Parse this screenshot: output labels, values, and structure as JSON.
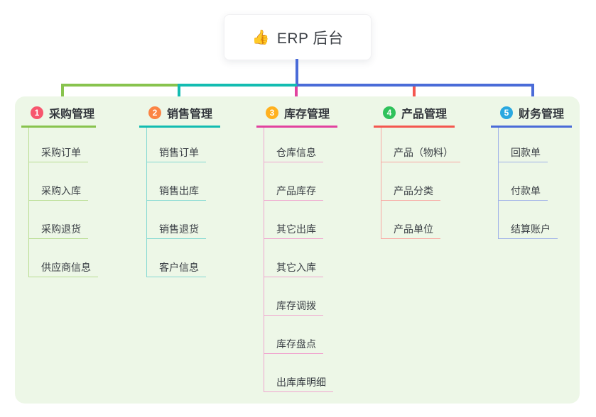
{
  "root": {
    "icon": "thumbs-up",
    "icon_glyph": "👍",
    "label": "ERP 后台"
  },
  "canvas": {
    "page_bg": "#ffffff",
    "panel_bg": "#edf7e7",
    "root_connector": "#4a6bd8"
  },
  "branches": [
    {
      "num": "1",
      "title": "采购管理",
      "color": "#88c34e",
      "light": "#b9dd92",
      "badge": "#f7566e",
      "items": [
        "采购订单",
        "采购入库",
        "采购退货",
        "供应商信息"
      ]
    },
    {
      "num": "2",
      "title": "销售管理",
      "color": "#13bcb1",
      "light": "#85d9d2",
      "badge": "#fb8444",
      "items": [
        "销售订单",
        "销售出库",
        "销售退货",
        "客户信息"
      ]
    },
    {
      "num": "3",
      "title": "库存管理",
      "color": "#e2429f",
      "light": "#f0a6cf",
      "badge": "#ffb11f",
      "items": [
        "仓库信息",
        "产品库存",
        "其它出库",
        "其它入库",
        "库存调拨",
        "库存盘点",
        "出库库明细"
      ]
    },
    {
      "num": "4",
      "title": "产品管理",
      "color": "#f4574f",
      "light": "#f9a8a2",
      "badge": "#2fc25b",
      "items": [
        "产品（物料）",
        "产品分类",
        "产品单位"
      ]
    },
    {
      "num": "5",
      "title": "财务管理",
      "color": "#4a6bd8",
      "light": "#9fb1e8",
      "badge": "#2aa8e0",
      "items": [
        "回款单",
        "付款单",
        "结算账户"
      ]
    }
  ]
}
